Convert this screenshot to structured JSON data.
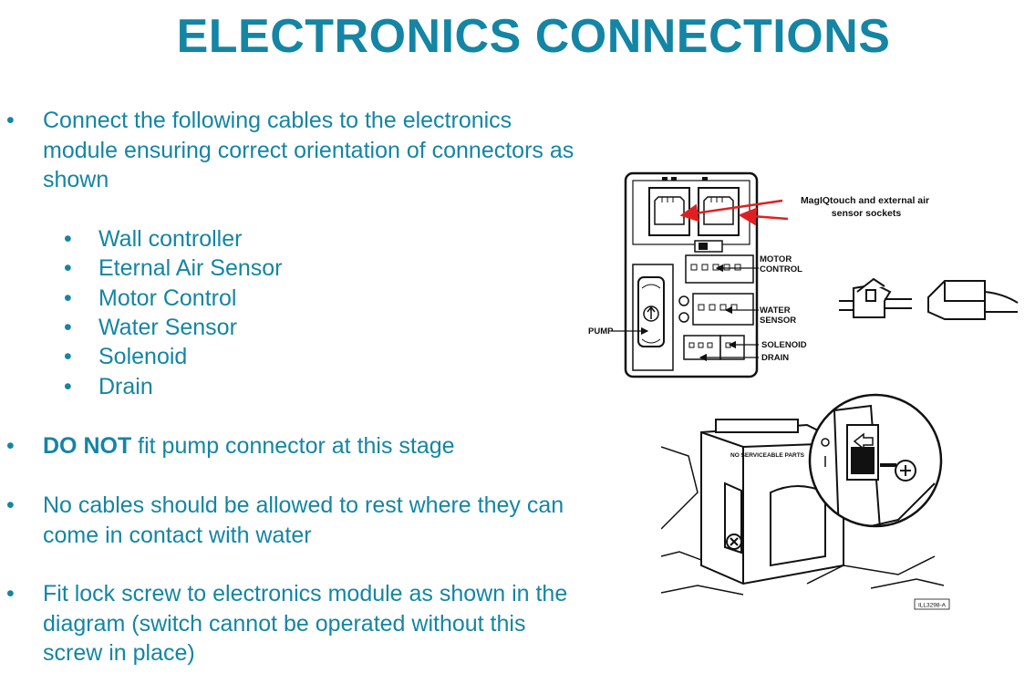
{
  "slide": {
    "title": "ELECTRONICS CONNECTIONS",
    "bullets": {
      "b1": "Connect the following cables to the electronics module ensuring correct orientation of connectors as shown",
      "b1_items": [
        "Wall controller",
        "Eternal Air Sensor",
        "Motor Control",
        "Water Sensor",
        "Solenoid",
        "Drain"
      ],
      "b2_strong": "DO NOT",
      "b2_rest": " fit pump connector at this stage",
      "b3": "No cables should be allowed to rest where they can come in contact with water",
      "b4": "Fit lock screw to electronics module as shown in the diagram (switch cannot be operated without this screw in place)"
    }
  },
  "diagram_top": {
    "callout": [
      "MagIQtouch and external air",
      "sensor sockets"
    ],
    "labels": {
      "motor": [
        "MOTOR",
        "CONTROL"
      ],
      "water": [
        "WATER",
        "SENSOR"
      ],
      "solenoid": "SOLENOID",
      "drain": "DRAIN",
      "pump": "PUMP"
    }
  },
  "diagram_bottom": {
    "module_label": "NO SERVICEABLE PARTS",
    "ref_code": "ILL3298-A"
  },
  "colors": {
    "accent": "#1485a4",
    "arrow": "#e02020"
  }
}
